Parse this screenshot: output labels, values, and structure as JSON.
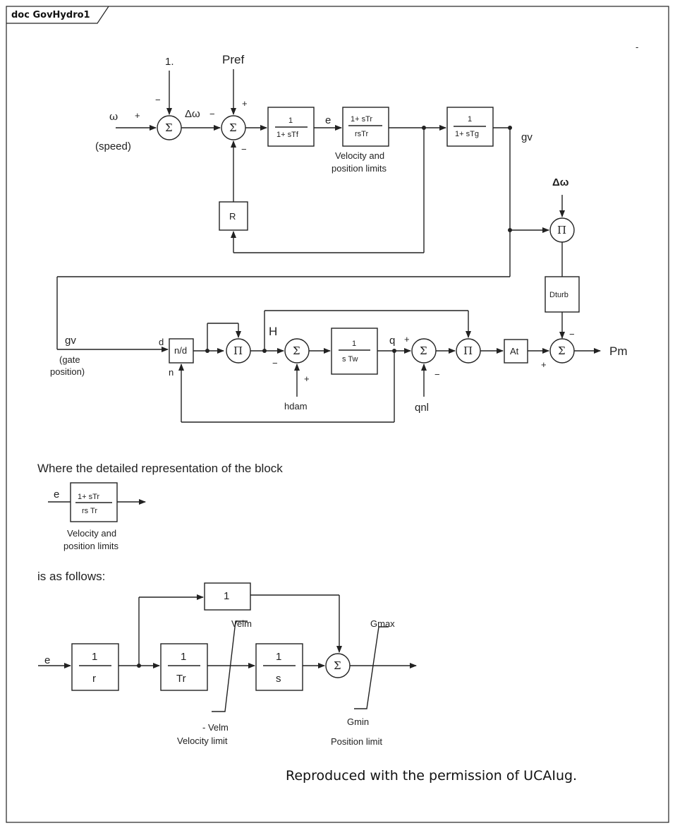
{
  "frame": {
    "title": "doc GovHydro1",
    "corner_mark": "-"
  },
  "diagram": {
    "top": {
      "omega": "ω",
      "speed": "(speed)",
      "one": "1.",
      "pref": "Pref",
      "delta_omega": "Δω",
      "sigma": "Σ",
      "pi": "Π",
      "e": "e",
      "gv": "gv",
      "r_block": "R",
      "tf_num": "1",
      "tf_den": "1+ sTf",
      "tr_num": "1+ sTr",
      "tr_den": "rsTr",
      "tg_num": "1",
      "tg_den": "1+ sTg",
      "limits_line1": "Velocity and",
      "limits_line2": "position limits",
      "delta_omega_bold": "Δω",
      "dturb": "Dturb",
      "plus": "+",
      "minus": "−"
    },
    "bottom": {
      "gv": "gv",
      "gate_line1": "(gate",
      "gate_line2": "position)",
      "d": "d",
      "n": "n",
      "nd": "n/d",
      "h": "H",
      "tw_num": "1",
      "tw_den": "s Tw",
      "q": "q",
      "hdam": "hdam",
      "qnl": "qnl",
      "at": "At",
      "pm": "Pm"
    },
    "detail": {
      "intro": "Where the detailed representation of the block",
      "e": "e",
      "num": "1+ sTr",
      "den": "rs Tr",
      "limits_line1": "Velocity and",
      "limits_line2": "position limits",
      "follows": "is as follows:"
    },
    "expanded": {
      "e": "e",
      "one_block": "1",
      "r_num": "1",
      "r_den": "r",
      "tr_num": "1",
      "tr_den": "Tr",
      "s_num": "1",
      "s_den": "s",
      "velm": "Velm",
      "neg_velm": "- Velm",
      "velocity_limit": "Velocity limit",
      "gmax": "Gmax",
      "gmin": "Gmin",
      "position_limit": "Position limit"
    },
    "credit": "Reproduced with the permission of UCAIug."
  }
}
